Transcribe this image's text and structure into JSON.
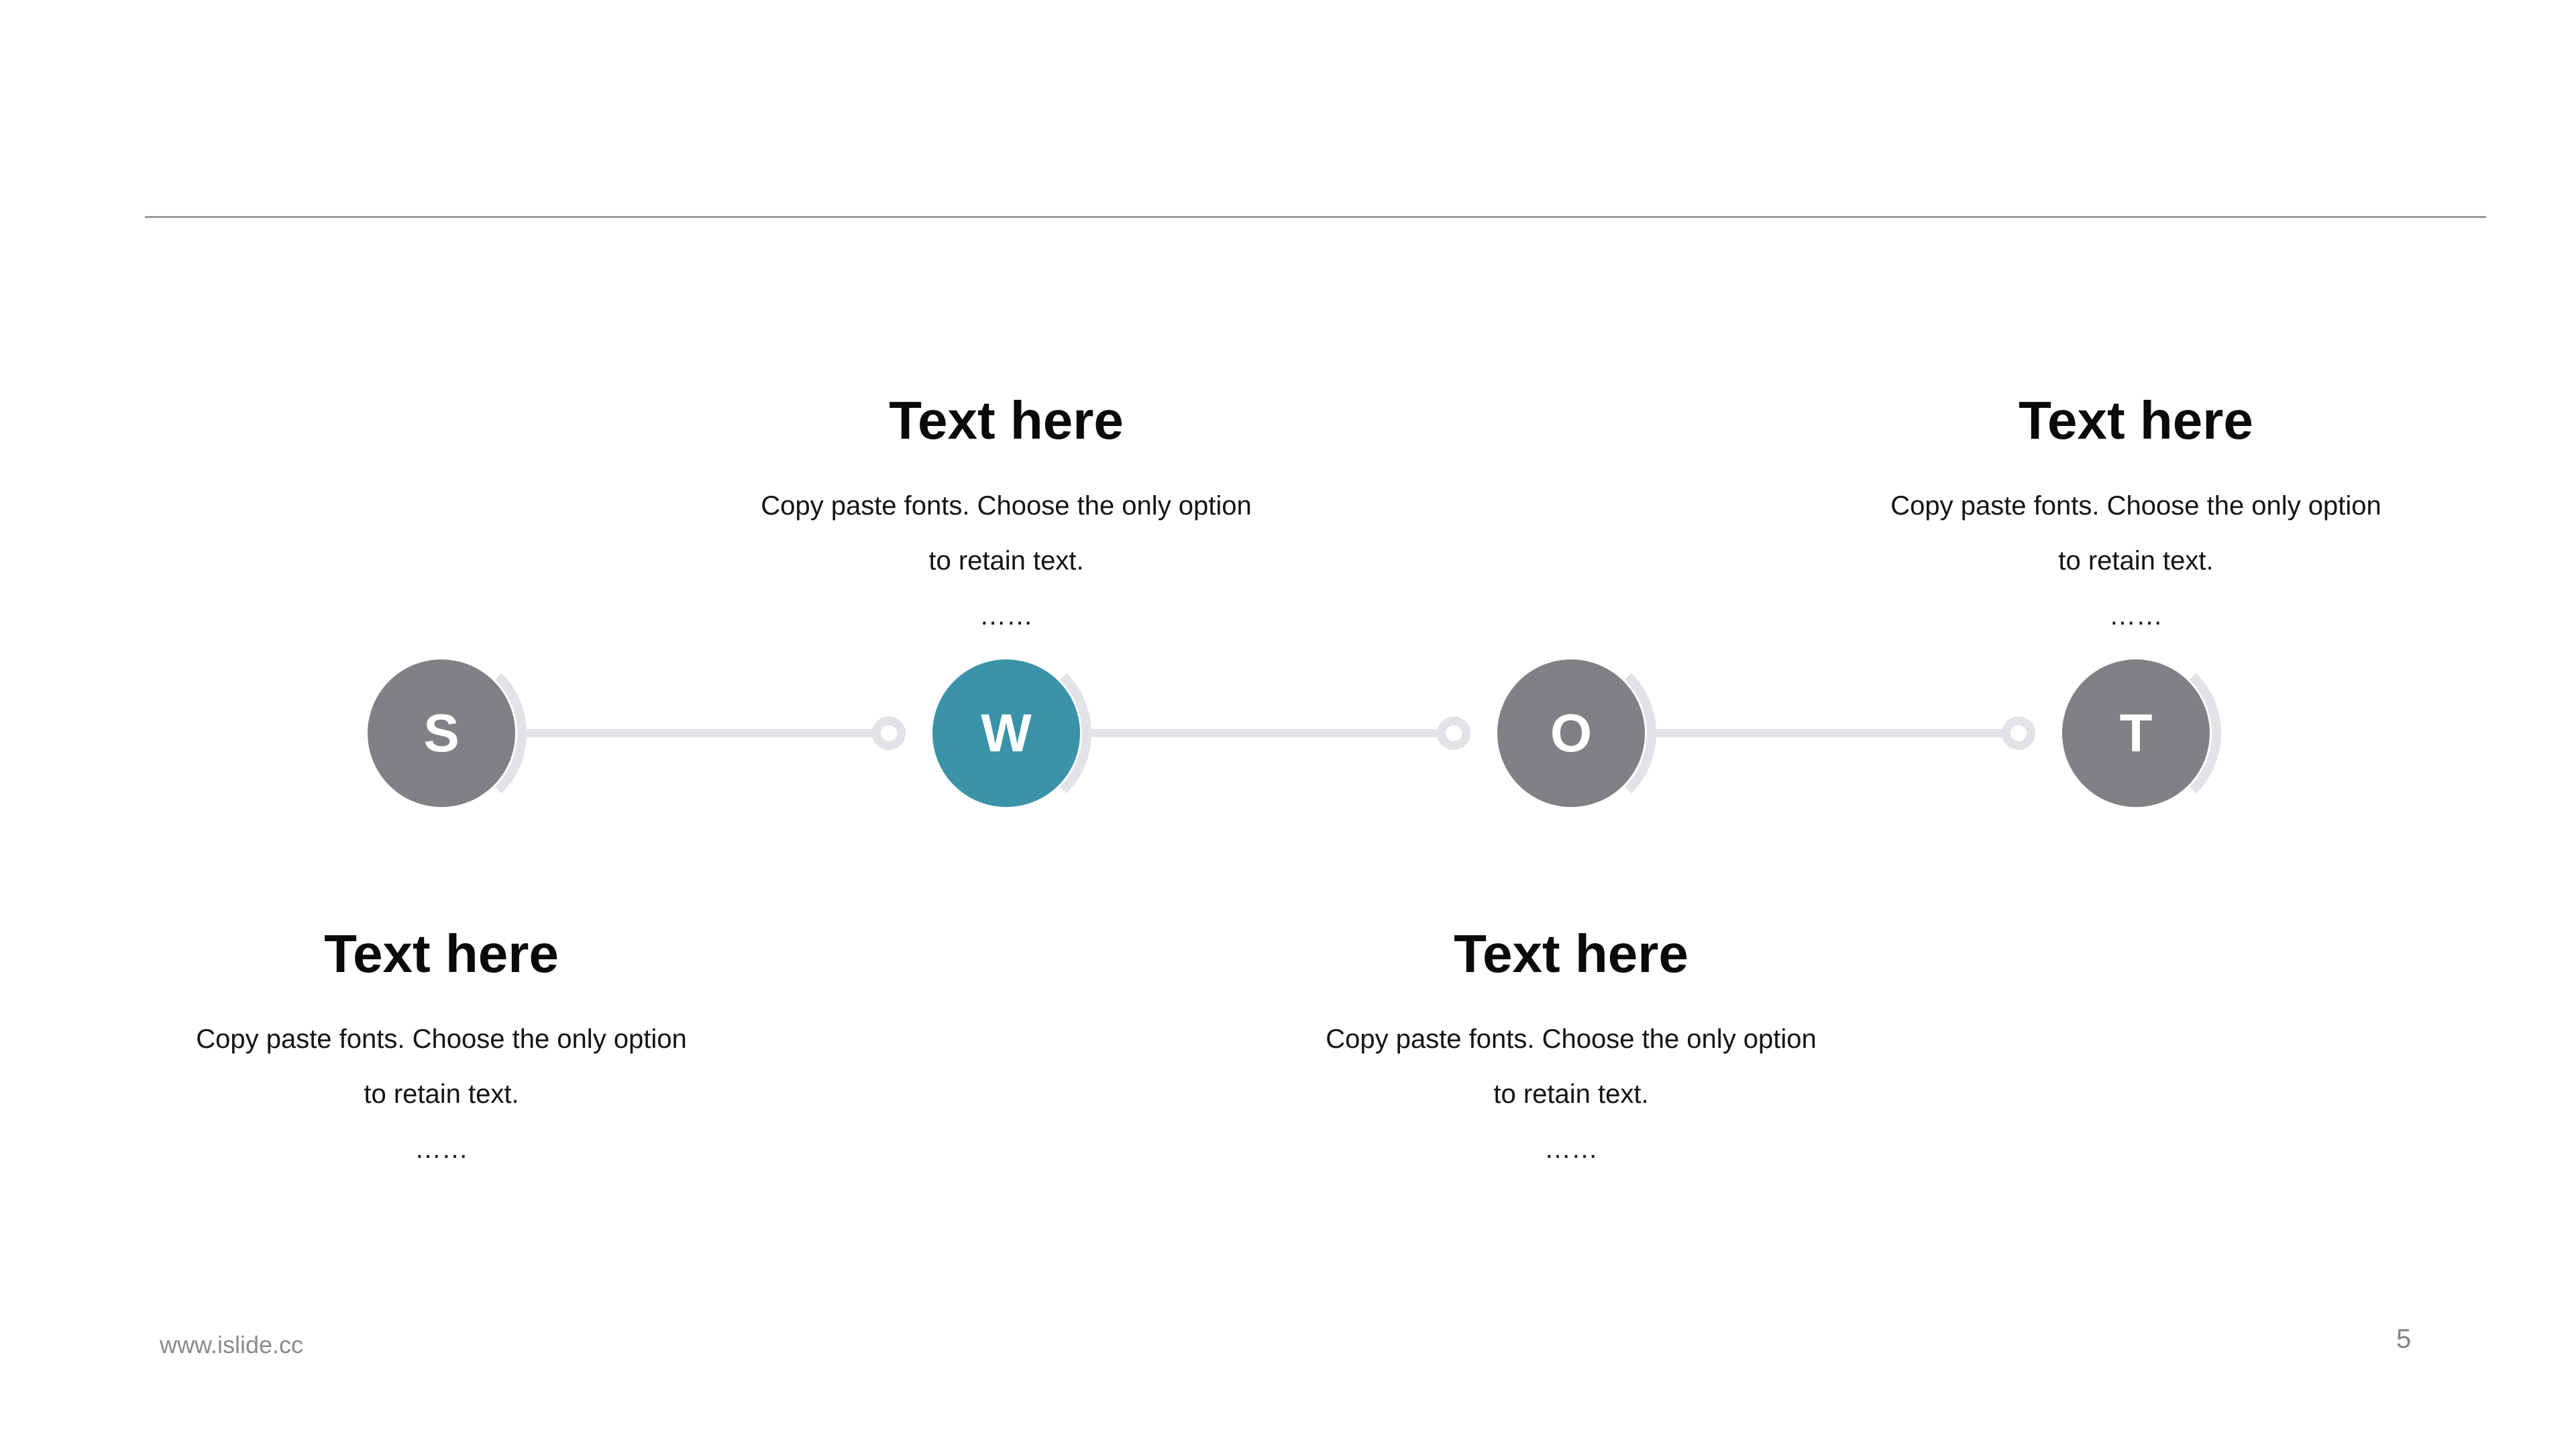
{
  "slide": {
    "page_number": "5",
    "footer": {
      "website": "www.islide.cc"
    },
    "colors": {
      "accent_teal": "#3b93a9",
      "node_gray": "#808184",
      "connector_gray": "#e2e3e7",
      "divider_gray": "#98989c",
      "footer_text_gray": "#8a8b90"
    }
  },
  "swot": {
    "items": [
      {
        "letter": "S",
        "variant": "gray",
        "text_position": "below",
        "title": "Text here",
        "body_line1": "Copy paste fonts. Choose the only option",
        "body_line2": "to retain text.",
        "ellipsis": "……"
      },
      {
        "letter": "W",
        "variant": "teal",
        "text_position": "above",
        "title": "Text here",
        "body_line1": "Copy paste fonts. Choose the only option",
        "body_line2": "to retain text.",
        "ellipsis": "……"
      },
      {
        "letter": "O",
        "variant": "gray",
        "text_position": "below",
        "title": "Text here",
        "body_line1": "Copy paste fonts. Choose the only option",
        "body_line2": "to retain text.",
        "ellipsis": "……"
      },
      {
        "letter": "T",
        "variant": "gray",
        "text_position": "above",
        "title": "Text here",
        "body_line1": "Copy paste fonts. Choose the only option",
        "body_line2": "to retain text.",
        "ellipsis": "……"
      }
    ]
  }
}
